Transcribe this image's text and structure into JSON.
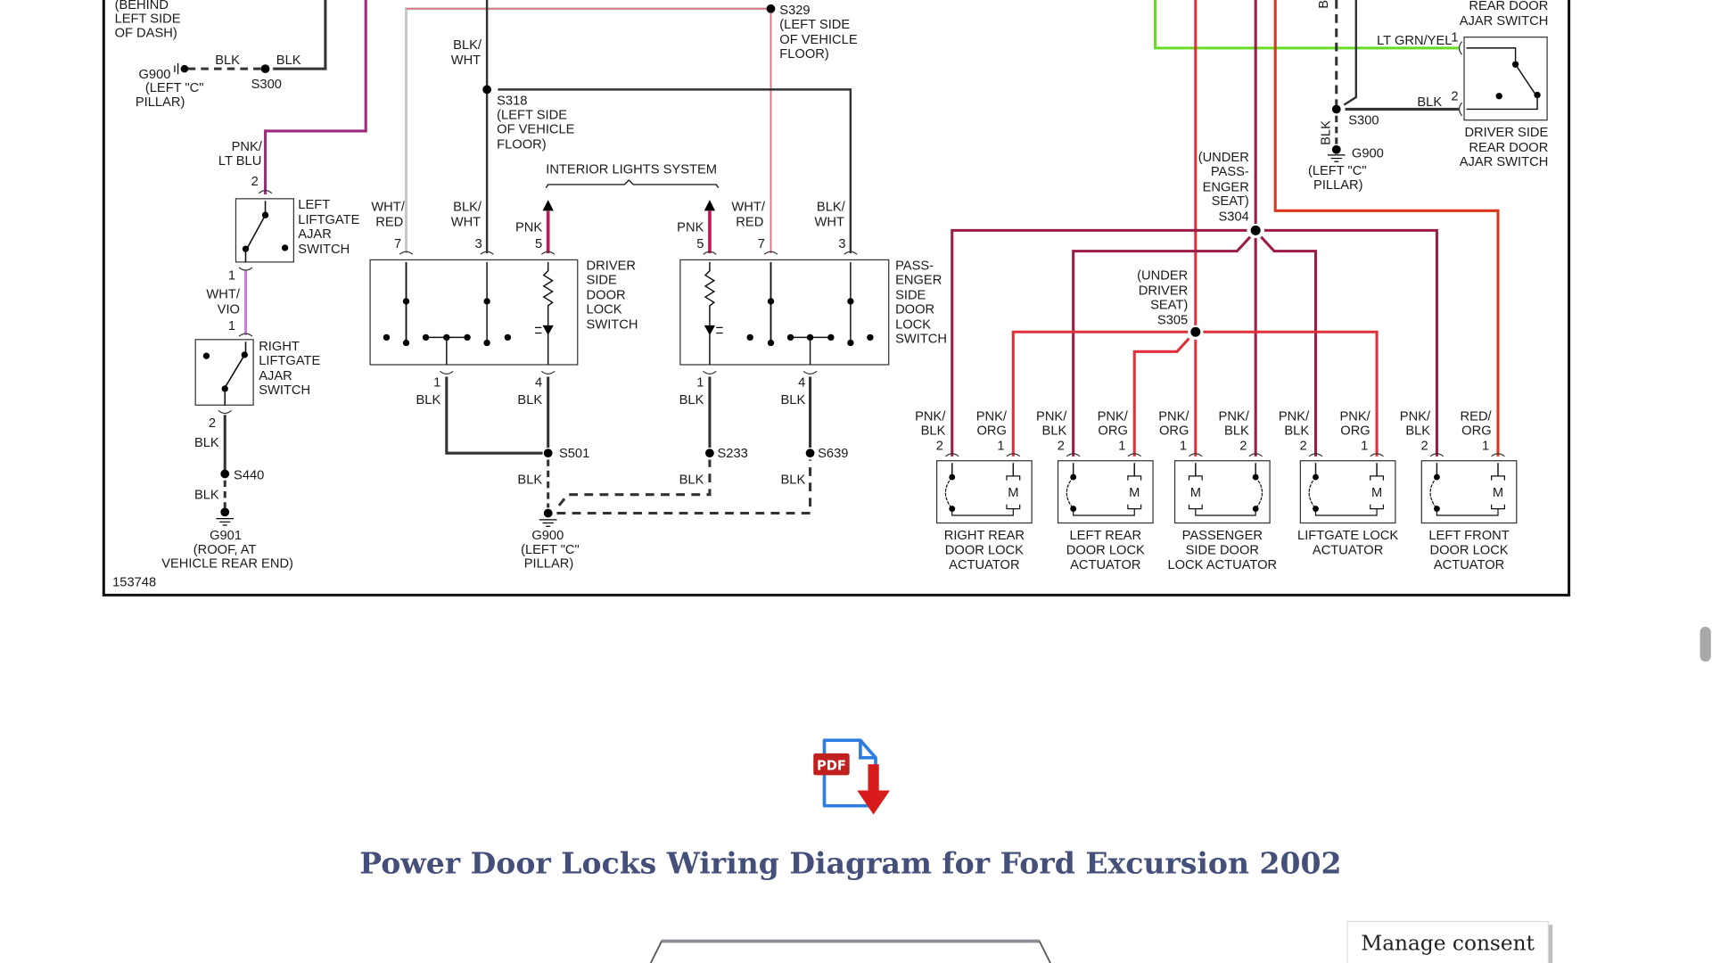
{
  "diagram": {
    "id": "153748",
    "colors": {
      "blk": "#333333",
      "pnk_blk": "#9b1c45",
      "pnk_org": "#e0303a",
      "red_org": "#d9361a",
      "lt_grn_yel": "#66dd22",
      "pnk_lt_blu": "#9b2a7a",
      "wht_vio": "#c77ed6",
      "wht_red": "#e07080",
      "pnk": "#c2185b",
      "frame": "#111111"
    },
    "top_left": {
      "behind_dash": [
        "(BEHIND",
        "LEFT SIDE",
        "OF DASH)"
      ],
      "wire_blk_a": "BLK",
      "wire_blk_b": "BLK",
      "g900": "G900",
      "g900_loc": [
        "(LEFT \"C\"",
        "PILLAR)"
      ],
      "s300": "S300"
    },
    "left_liftgate": {
      "wire": [
        "PNK/",
        "LT BLU"
      ],
      "pin_top": "2",
      "pin_bottom": "1",
      "label": [
        "LEFT",
        "LIFTGATE",
        "AJAR",
        "SWITCH"
      ]
    },
    "wht_vio_wire": [
      "WHT/",
      "VIO"
    ],
    "right_liftgate": {
      "pin_top": "1",
      "pin_bottom": "2",
      "label": [
        "RIGHT",
        "LIFTGATE",
        "AJAR",
        "SWITCH"
      ],
      "wire_blk_a": "BLK",
      "s440": "S440",
      "wire_blk_b": "BLK",
      "g901": "G901",
      "g901_loc": [
        "(ROOF, AT",
        "VEHICLE REAR END)"
      ]
    },
    "s329": {
      "id": "S329",
      "loc": [
        "(LEFT SIDE",
        "OF VEHICLE",
        "FLOOR)"
      ]
    },
    "s318": {
      "id": "S318",
      "loc": [
        "(LEFT SIDE",
        "OF VEHICLE",
        "FLOOR)"
      ],
      "wire": [
        "BLK/",
        "WHT"
      ]
    },
    "interior_lights": "INTERIOR LIGHTS SYSTEM",
    "driver_switch": {
      "label": [
        "DRIVER",
        "SIDE",
        "DOOR",
        "LOCK",
        "SWITCH"
      ],
      "wires_top": [
        {
          "name": [
            "WHT/",
            "RED"
          ],
          "pin": "7"
        },
        {
          "name": [
            "BLK/",
            "WHT"
          ],
          "pin": "3"
        },
        {
          "name": [
            "PNK"
          ],
          "pin": "5"
        }
      ],
      "pins_bottom": [
        {
          "pin": "1",
          "wire": "BLK"
        },
        {
          "pin": "4",
          "wire": "BLK"
        }
      ],
      "s501": "S501",
      "wire_blk": "BLK",
      "g900": "G900",
      "g900_loc": [
        "(LEFT \"C\"",
        "PILLAR)"
      ]
    },
    "passenger_switch": {
      "label": [
        "PASS-",
        "ENGER",
        "SIDE",
        "DOOR",
        "LOCK",
        "SWITCH"
      ],
      "wires_top": [
        {
          "name": [
            "PNK"
          ],
          "pin": "5"
        },
        {
          "name": [
            "WHT/",
            "RED"
          ],
          "pin": "7"
        },
        {
          "name": [
            "BLK/",
            "WHT"
          ],
          "pin": "3"
        }
      ],
      "pins_bottom": [
        {
          "pin": "1",
          "wire": "BLK"
        },
        {
          "pin": "4",
          "wire": "BLK"
        }
      ],
      "s233": "S233",
      "s639": "S639",
      "wire_blk_a": "BLK",
      "wire_blk_b": "BLK"
    },
    "s304": {
      "loc": [
        "(UNDER",
        "PASS-",
        "ENGER",
        "SEAT)"
      ],
      "id": "S304"
    },
    "s305": {
      "loc": [
        "(UNDER",
        "DRIVER",
        "SEAT)"
      ],
      "id": "S305"
    },
    "right_top": {
      "rear_door_ajar_top": [
        "REAR DOOR",
        "AJAR SWITCH"
      ],
      "wire_b": "B",
      "lt_grn_yel": "LT GRN/YEL",
      "pin1": "1",
      "pin2": "2",
      "wire_blk": "BLK",
      "s300": "S300",
      "wire_blk_vert": "BLK",
      "g900": "G900",
      "g900_loc": [
        "(LEFT \"C\"",
        "PILLAR)"
      ],
      "driver_rear_door": [
        "DRIVER SIDE",
        "REAR DOOR",
        "AJAR SWITCH"
      ]
    },
    "actuators": [
      {
        "name": [
          "RIGHT REAR",
          "DOOR LOCK",
          "ACTUATOR"
        ],
        "left": {
          "wire": [
            "PNK/",
            "BLK"
          ],
          "pin": "2"
        },
        "right": {
          "wire": [
            "PNK/",
            "ORG"
          ],
          "pin": "1"
        },
        "motor_side": "right"
      },
      {
        "name": [
          "LEFT REAR",
          "DOOR LOCK",
          "ACTUATOR"
        ],
        "left": {
          "wire": [
            "PNK/",
            "BLK"
          ],
          "pin": "2"
        },
        "right": {
          "wire": [
            "PNK/",
            "ORG"
          ],
          "pin": "1"
        },
        "motor_side": "right"
      },
      {
        "name": [
          "PASSENGER",
          "SIDE DOOR",
          "LOCK ACTUATOR"
        ],
        "left": {
          "wire": [
            "PNK/",
            "ORG"
          ],
          "pin": "1"
        },
        "right": {
          "wire": [
            "PNK/",
            "BLK"
          ],
          "pin": "2"
        },
        "motor_side": "left"
      },
      {
        "name": [
          "LIFTGATE LOCK",
          "ACTUATOR"
        ],
        "left": {
          "wire": [
            "PNK/",
            "BLK"
          ],
          "pin": "2"
        },
        "right": {
          "wire": [
            "PNK/",
            "ORG"
          ],
          "pin": "1"
        },
        "motor_side": "right"
      },
      {
        "name": [
          "LEFT FRONT",
          "DOOR LOCK",
          "ACTUATOR"
        ],
        "left": {
          "wire": [
            "PNK/",
            "BLK"
          ],
          "pin": "2"
        },
        "right": {
          "wire": [
            "RED/",
            "ORG"
          ],
          "pin": "1"
        },
        "motor_side": "right"
      }
    ],
    "motor_label": "M"
  },
  "pdf_icon": {
    "label": "PDF"
  },
  "page_title": "Power Door Locks Wiring Diagram for Ford Excursion 2002",
  "consent_button": "Manage consent"
}
